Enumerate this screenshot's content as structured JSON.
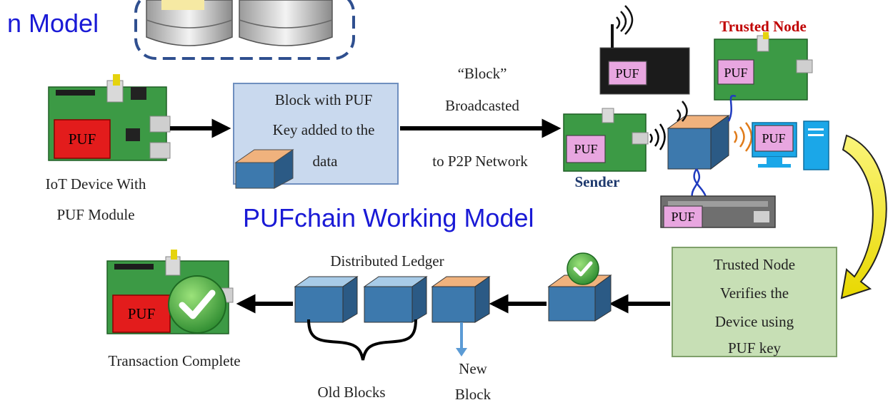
{
  "header_fragment": "n Model",
  "working_model_title": "PUFchain Working Model",
  "labels": {
    "puf": "PUF",
    "iot_line1": "IoT Device With",
    "iot_line2": "PUF Module",
    "block_box_line1": "Block with PUF",
    "block_box_line2": "Key added to the",
    "block_box_line3": "data",
    "broadcast_line1": "“Block”",
    "broadcast_line2": "Broadcasted",
    "broadcast_line3": "to P2P Network",
    "sender": "Sender",
    "trusted_node": "Trusted Node",
    "verify_line1": "Trusted Node",
    "verify_line2": "Verifies the",
    "verify_line3": "Device using",
    "verify_line4": "PUF key",
    "distributed_ledger": "Distributed Ledger",
    "old_blocks": "Old Blocks",
    "new_block_line1": "New",
    "new_block_line2": "Block",
    "transaction_complete": "Transaction Complete"
  },
  "colors": {
    "title_blue": "#1a1ad6",
    "trusted_red": "#c00000",
    "sender_blue": "#1f3a6e",
    "block_box_fill": "#c9d9ee",
    "verify_box_fill": "#c7dfb5",
    "puf_red": "#e31c1c",
    "puf_pink": "#e8a6e0",
    "cube_front": "#3d79ad",
    "cube_top_blue": "#a7cbe8",
    "cube_top_orange": "#f0b27d",
    "pcb_green": "#3c9a45",
    "yellow_arrow": "#f5e81e",
    "check_green": "#39a83a"
  }
}
